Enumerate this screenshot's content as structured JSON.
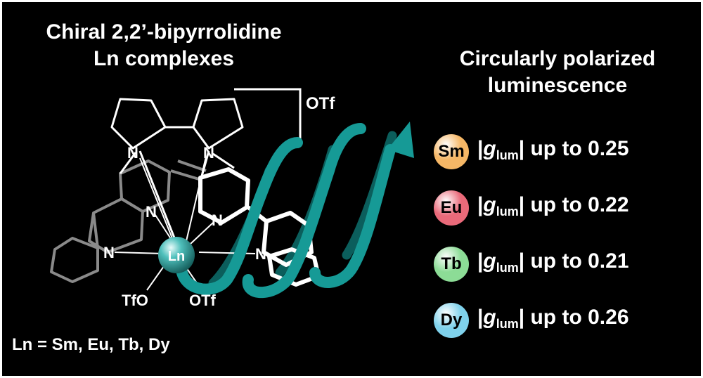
{
  "title_left_line1": "Chiral 2,2’-bipyrrolidine",
  "title_left_line2": "Ln complexes",
  "title_right_line1": "Circularly polarized",
  "title_right_line2": "luminescence",
  "ln_definition": "Ln = Sm, Eu, Tb, Dy",
  "metal_label": "Ln",
  "atom_n": "N",
  "otf_label": "OTf",
  "tfo_label": "TfO",
  "g_symbol": "g",
  "g_subscript": "lum",
  "elements": [
    {
      "symbol": "Sm",
      "value_text": "up to 0.25",
      "color": "#f6b766"
    },
    {
      "symbol": "Eu",
      "value_text": "up to 0.22",
      "color": "#ea6a7a"
    },
    {
      "symbol": "Tb",
      "value_text": "up to 0.21",
      "color": "#8cdc96"
    },
    {
      "symbol": "Dy",
      "value_text": "up to 0.26",
      "color": "#7fd2ec"
    }
  ],
  "colors": {
    "background": "#000000",
    "helix": "#169a96",
    "helix_dark": "#0b5e5c",
    "ligand_gray": "#8a8a8a",
    "metal": "#1e8a86"
  }
}
